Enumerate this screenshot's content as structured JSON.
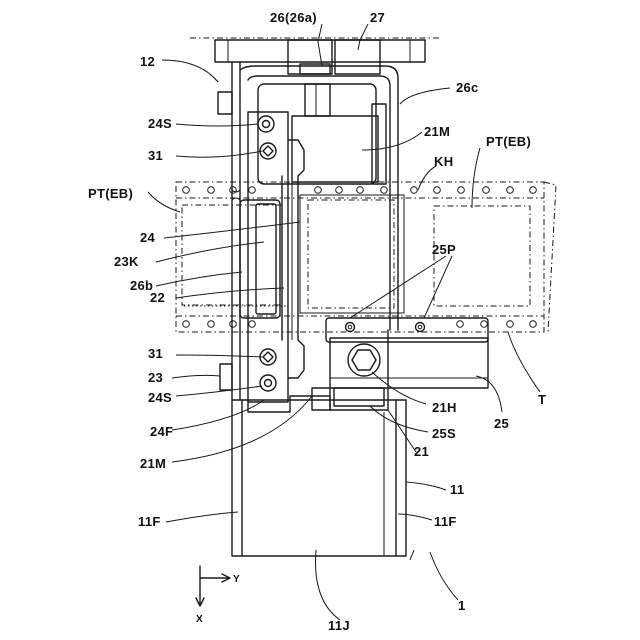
{
  "labels": {
    "l26": "26(26a)",
    "l27": "27",
    "l12": "12",
    "l26c": "26c",
    "l24S_top": "24S",
    "l21M_top": "21M",
    "lPT_right": "PT(EB)",
    "lKH": "KH",
    "l31_top": "31",
    "lPT_left": "PT(EB)",
    "l24": "24",
    "l25P": "25P",
    "l23K": "23K",
    "l26b": "26b",
    "l22": "22",
    "l31_bot": "31",
    "l23": "23",
    "l24S_bot": "24S",
    "lT": "T",
    "l21H": "21H",
    "l24F": "24F",
    "l25S": "25S",
    "l25": "25",
    "l21": "21",
    "l21M_bot": "21M",
    "l11": "11",
    "l11F_left": "11F",
    "l11F_right": "11F",
    "l1": "1",
    "l11J": "11J"
  },
  "axes": {
    "y": "Y",
    "x": "X"
  }
}
